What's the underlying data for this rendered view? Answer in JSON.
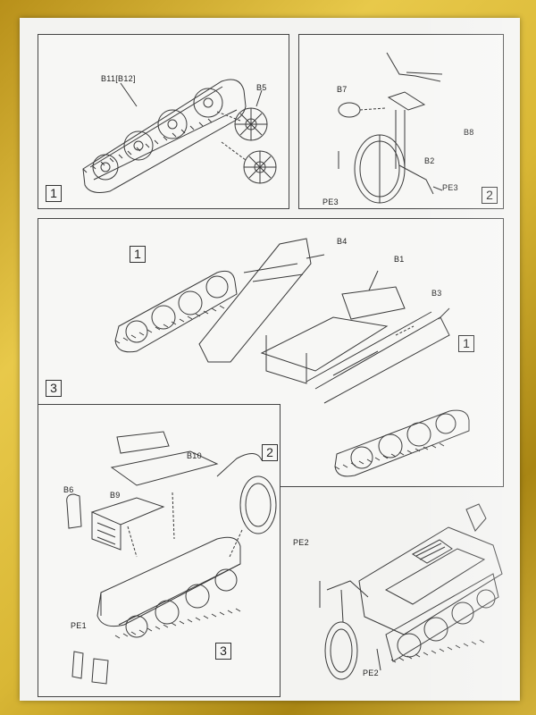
{
  "steps": {
    "step1": {
      "number": "1",
      "labels": {
        "tracks": "B11[B12]",
        "wheels": "B5"
      }
    },
    "step2": {
      "number": "2",
      "labels": {
        "b7": "B7",
        "b8": "B8",
        "b2": "B2",
        "pe3_right": "PE3",
        "pe3_left": "PE3"
      }
    },
    "step3": {
      "number": "3",
      "track_ref_left": "1",
      "track_ref_right": "1",
      "labels": {
        "b4": "B4",
        "b1": "B1",
        "b3": "B3"
      }
    },
    "step4": {
      "labels": {
        "b10": "B10",
        "b6": "B6",
        "b9": "B9",
        "pe1": "PE1"
      },
      "ref_step2": "2",
      "ref_step3": "3"
    },
    "final": {
      "labels": {
        "pe2_top": "PE2",
        "pe2_bottom": "PE2"
      }
    }
  },
  "colors": {
    "paper": "#f3f3f1",
    "envelope_gold": "#d9b735",
    "line": "#3a3a3a"
  }
}
